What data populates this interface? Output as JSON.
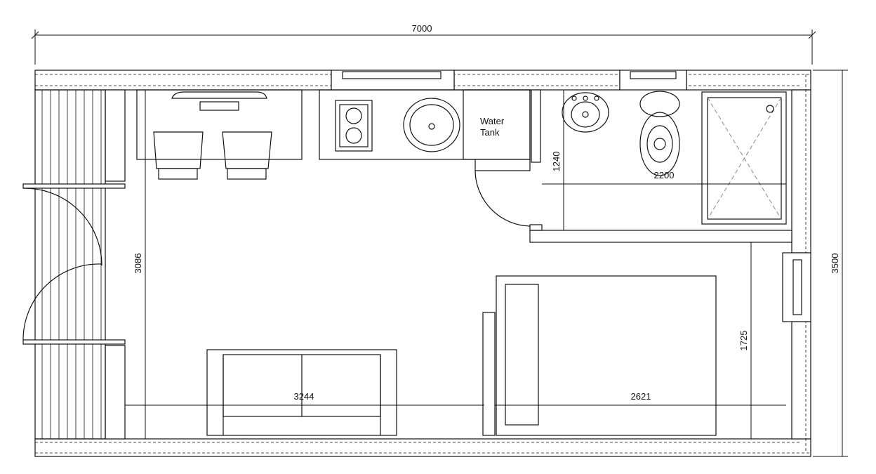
{
  "dimensions": {
    "overall_length": "7000",
    "overall_width": "3500",
    "living_depth": "3086",
    "living_length": "3244",
    "bedroom_length": "2621",
    "bedroom_depth": "1725",
    "bathroom_depth": "1240",
    "bathroom_length": "2200"
  },
  "labels": {
    "water_tank_line1": "Water",
    "water_tank_line2": "Tank"
  }
}
